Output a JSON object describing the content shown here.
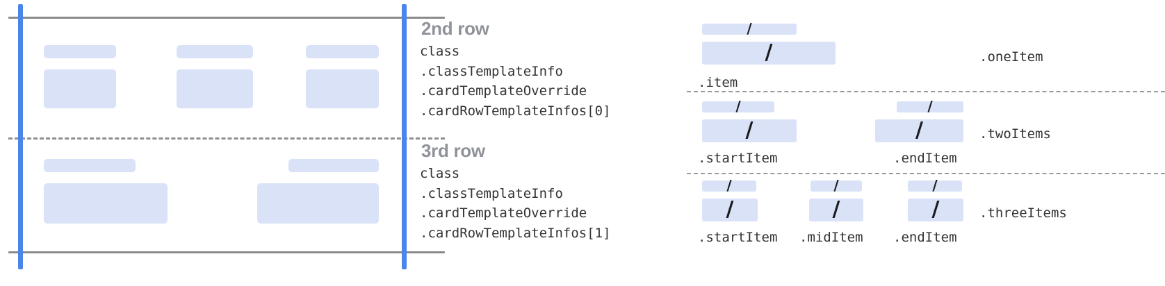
{
  "diagram": {
    "title_semantic": "card-row-template-anatomy",
    "colors": {
      "block_fill": "#dae2f8",
      "guide_blue": "#4a86ea",
      "rule_gray": "#8a8a8a",
      "heading_gray": "#8f9399",
      "code_text": "#333333",
      "page_background": "#ffffff"
    }
  },
  "left_panel": {
    "row_one": {
      "cells": [
        {
          "label_block": "label",
          "content_block": "content"
        },
        {
          "label_block": "label",
          "content_block": "content"
        },
        {
          "label_block": "label",
          "content_block": "content"
        }
      ]
    },
    "row_two": {
      "cells": [
        {
          "label_block": "label",
          "content_block": "content"
        },
        {
          "label_block": "label",
          "content_block": "content"
        }
      ]
    }
  },
  "mid_panel": {
    "groups": [
      {
        "title": "2nd row",
        "code_lines": [
          "class",
          ".classTemplateInfo",
          ".cardTemplateOverride",
          ".cardRowTemplateInfos[0]"
        ]
      },
      {
        "title": "3rd row",
        "code_lines": [
          "class",
          ".classTemplateInfo",
          ".cardTemplateOverride",
          ".cardRowTemplateInfos[1]"
        ]
      }
    ]
  },
  "right_panel": {
    "slash_glyph": "/",
    "variants": [
      {
        "name": ".oneItem",
        "items": [
          {
            "label": ".item"
          }
        ]
      },
      {
        "name": ".twoItems",
        "items": [
          {
            "label": ".startItem"
          },
          {
            "label": ".endItem"
          }
        ]
      },
      {
        "name": ".threeItems",
        "items": [
          {
            "label": ".startItem"
          },
          {
            "label": ".midItem"
          },
          {
            "label": ".endItem"
          }
        ]
      }
    ]
  }
}
